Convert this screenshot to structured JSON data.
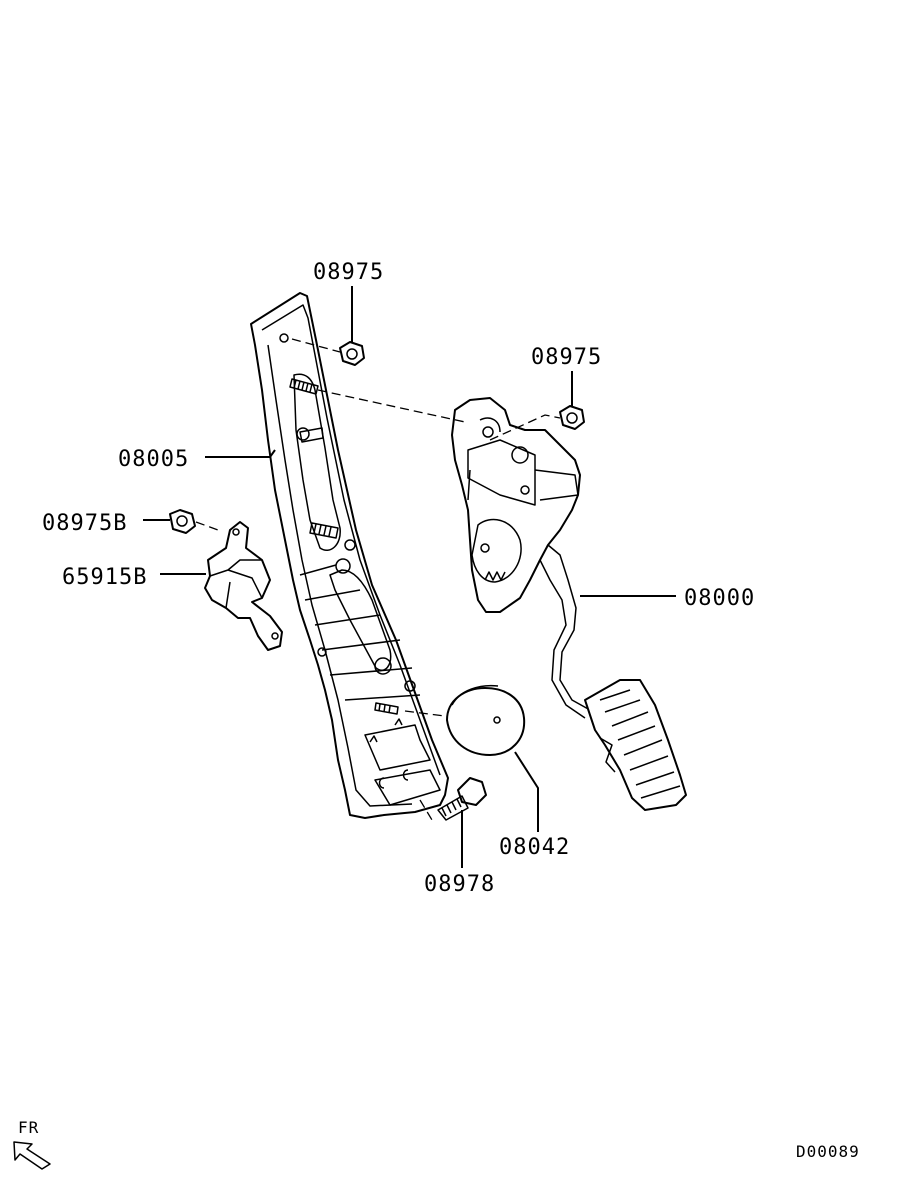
{
  "labels": {
    "nut_top": "08975",
    "nut_right": "08975",
    "bracket": "08005",
    "nut_b": "08975B",
    "sensor_b": "65915B",
    "pedal_assy": "08000",
    "stopper": "08042",
    "bolt": "08978"
  },
  "direction": "FR",
  "diagram_code": "D00089",
  "icons": {
    "front_arrow": "arrow-icon"
  }
}
